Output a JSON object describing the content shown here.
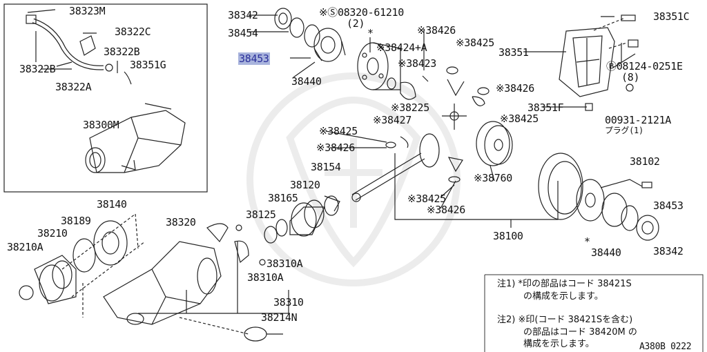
{
  "labels": {
    "p38323M": "38323M",
    "p38322C": "38322C",
    "p38322B_a": "38322B",
    "p38322B_b": "38322B",
    "p38351G": "38351G",
    "p38322A": "38322A",
    "p38300M": "38300M",
    "p38342_top": "38342",
    "p38454": "38454",
    "p38453_top": "38453",
    "p38440_top": "38440",
    "p08320": "※Ⓢ08320-61210",
    "p08320_qty": "(2)",
    "p38424A": "※38424+A",
    "p38424A_mark": "*",
    "p38426_a": "※38426",
    "p38425_a": "※38425",
    "p38423": "※38423",
    "p38225": "※38225",
    "p38427": "※38427",
    "p38426_b": "※38426",
    "p38425_b": "※38425",
    "p38425_c": "※38425",
    "p38426_c": "※38426",
    "p38760": "※38760",
    "p38425_d": "※38425",
    "p38426_d": "※38426",
    "p38351C": "38351C",
    "p38351": "38351",
    "p08124": "Ⓑ08124-0251E",
    "p08124_qty": "(8)",
    "p38351F": "38351F",
    "p00931": "00931-2121A",
    "p00931_sub": "プラグ(1)",
    "p38154": "38154",
    "p38120": "38120",
    "p38165": "38165",
    "p38125": "38125",
    "p38102": "38102",
    "p38453_bot": "38453",
    "p38100": "38100",
    "p38440_bot": "38440",
    "p38440_mark": "*",
    "p38342_bot": "38342",
    "p38140": "38140",
    "p38189": "38189",
    "p38210": "38210",
    "p38210A": "38210A",
    "p38320": "38320",
    "p38310A_a": "38310A",
    "p38310A_b": "38310A",
    "p38310": "38310",
    "p38214N": "38214N"
  },
  "notes": {
    "note1_line1": "注1) *印の部品はコード 38421S",
    "note1_line2": "の構成を示します。",
    "note2_line1": "注2) ※印(コード 38421Sを含む)",
    "note2_line2": "の部品はコード 38420M の",
    "note2_line3": "構成を示します。"
  },
  "diagram_code": "A380B 0222",
  "highlighted_part": "38453",
  "colors": {
    "line": "#222222",
    "highlight_bg": "#a9b4dd",
    "highlight_text": "#2a2f9a",
    "watermark": "#e6e6e6"
  }
}
